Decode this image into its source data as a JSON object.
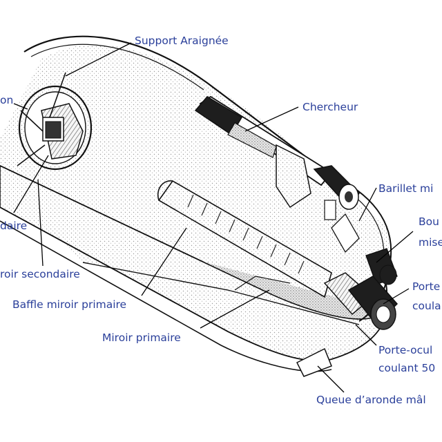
{
  "colors": {
    "label": "#2a3f9a",
    "line": "#111111",
    "leader": "#000000",
    "stipple": "#d8d8d8",
    "dark": "#1e1e1e"
  },
  "labels": {
    "support_araignee": "Support Araignée",
    "chercheur": "Chercheur",
    "on_partial": "on",
    "barillet_mi": "Barillet mi",
    "bou": "Bou",
    "mise": "mise",
    "daire": "daire",
    "roir_secondaire": "roir secondaire",
    "porte_top": "Porte",
    "coula": "coula",
    "baffle": "Baffle miroir primaire",
    "miroir_primaire": "Miroir primaire",
    "porte_ocul": "Porte-ocul",
    "coulant_50": "coulant 50",
    "queue": "Queue d’aronde mâl"
  }
}
